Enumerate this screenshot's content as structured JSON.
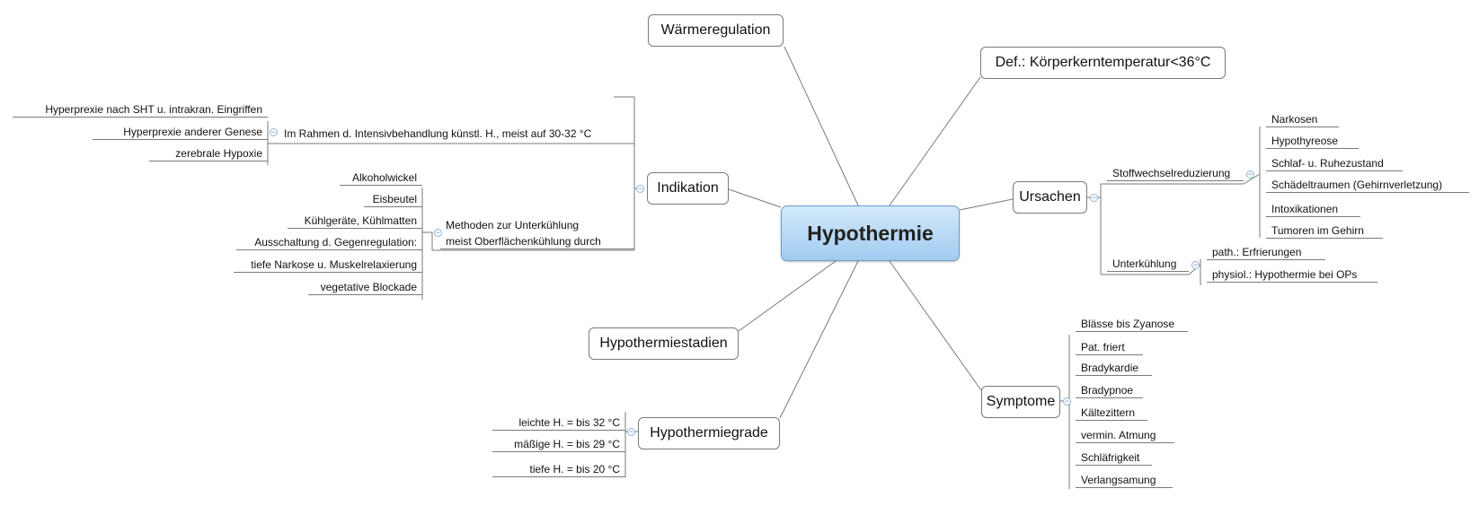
{
  "central": "Hypothermie",
  "main_topics": {
    "waermeregulation": "Wärmeregulation",
    "definition": "Def.: Körperkerntemperatur<36°C",
    "ursachen": "Ursachen",
    "symptome": "Symptome",
    "hypothermiegrade": "Hypothermiegrade",
    "hypothermiestadien": "Hypothermiestadien",
    "indikation": "Indikation"
  },
  "ursachen": {
    "stoffwechsel": {
      "label": "Stoffwechselreduzierung",
      "items": [
        "Narkosen",
        "Hypothyreose",
        "Schlaf- u. Ruhezustand",
        "Schädeltraumen (Gehirnverletzung)",
        "Intoxikationen",
        "Tumoren im Gehirn"
      ]
    },
    "unterkuehlung": {
      "label": "Unterkühlung",
      "items": [
        "path.: Erfrierungen",
        "physiol.: Hypothermie bei OPs"
      ]
    }
  },
  "symptome": [
    "Blässe bis Zyanose",
    "Pat. friert",
    "Bradykardie",
    "Bradypnoe",
    "Kältezittern",
    "vermin. Atmung",
    "Schläfrigkeit",
    "Verlangsamung"
  ],
  "hypothermiegrade": [
    "leichte H. = bis 32 °C",
    "mäßige H. = bis 29 °C",
    "tiefe H. = bis 20 °C"
  ],
  "indikation": {
    "intensiv": {
      "label": "Im Rahmen d. Intensivbehandlung künstl. H., meist auf 30-32 °C",
      "items": [
        "Hyperprexie nach SHT u. intrakran. Eingriffen",
        "Hyperprexie anderer Genese",
        "zerebrale Hypoxie"
      ]
    },
    "methoden": {
      "label_line1": "Methoden zur Unterkühlung",
      "label_line2": "meist Oberflächenkühlung durch",
      "items": [
        "Alkoholwickel",
        "Eisbeutel",
        "Kühlgeräte, Kühlmatten",
        "Ausschaltung d. Gegenregulation:",
        "tiefe Narkose u. Muskelrelaxierung",
        "vegetative Blockade"
      ]
    }
  },
  "colors": {
    "central_fill_top": "#d2e9fa",
    "central_fill_bottom": "#a2cbef",
    "line": "#7a7a7a"
  }
}
